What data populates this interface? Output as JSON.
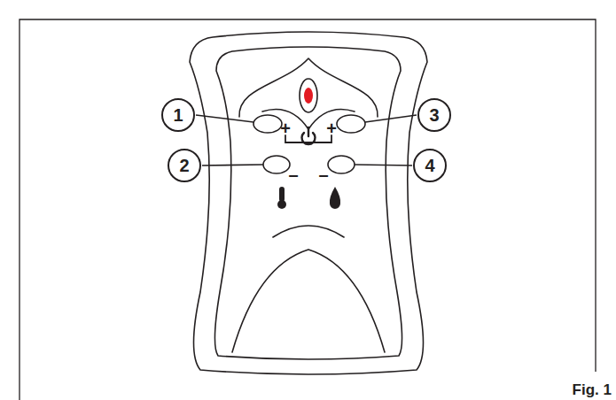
{
  "diagram": {
    "caption": "Fig. 1",
    "nodes": [
      {
        "text": [
          "1"
        ]
      },
      {
        "text": [
          "3"
        ]
      },
      {
        "text": [
          "2"
        ]
      },
      {
        "text": [
          "4"
        ]
      }
    ],
    "labels": [
      "+",
      "+",
      "–",
      "–"
    ]
  }
}
